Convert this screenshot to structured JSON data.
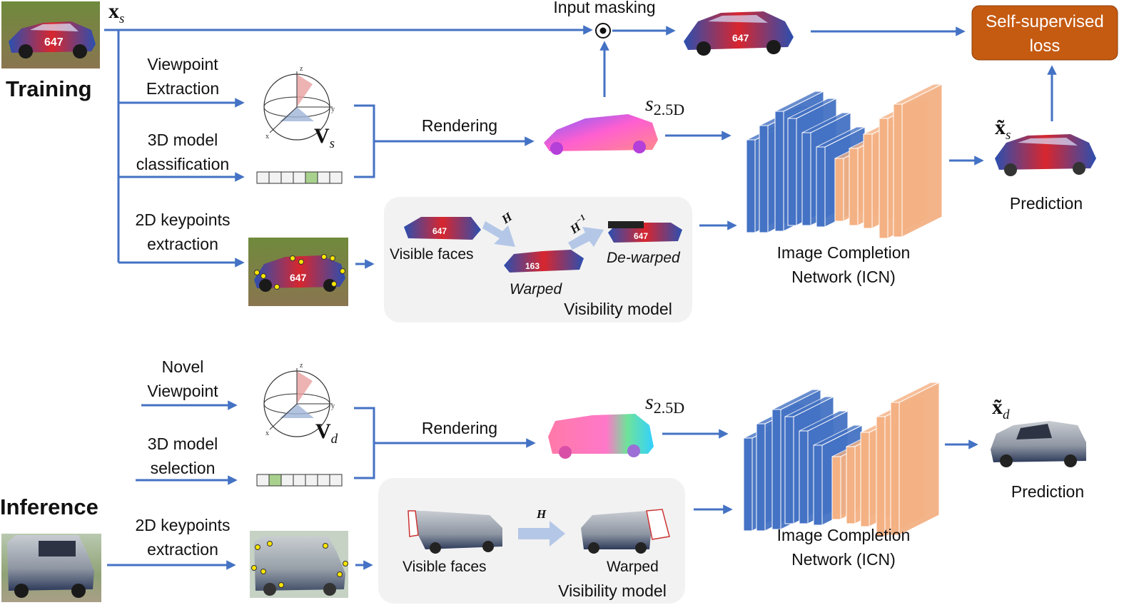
{
  "colors": {
    "arrow": "#4472c4",
    "loss_box": "#c55a11",
    "icn_blue": "#4472c4",
    "icn_orange": "#f4b183",
    "vis_panel": "#f2f2f2"
  },
  "training": {
    "section_label": "Training",
    "input_symbol_bold": "x",
    "input_symbol_sub": "s",
    "input_masking_label": "Input masking",
    "viewpoint_label_1": "Viewpoint",
    "viewpoint_label_2": "Extraction",
    "model_label_1": "3D model",
    "model_label_2": "classification",
    "keypoints_label_1": "2D keypoints",
    "keypoints_label_2": "extraction",
    "viewpoint_symbol_bold": "V",
    "viewpoint_symbol_sub": "s",
    "rendering_label": "Rendering",
    "s25d_main": "s",
    "s25d_sub": "2.5D",
    "visible_faces_label": "Visible faces",
    "warped_label": "Warped",
    "dewarped_label": "De-warped",
    "h_label": "H",
    "hinv_label": "H",
    "hinv_sup": "−1",
    "visibility_model_label": "Visibility model",
    "icn_label_1": "Image Completion",
    "icn_label_2": "Network (ICN)",
    "loss_label_1": "Self-supervised",
    "loss_label_2": "loss",
    "pred_symbol_bold": "x̃",
    "pred_symbol_sub": "s",
    "prediction_label": "Prediction",
    "classification_onehot_index": 4
  },
  "inference": {
    "section_label": "Inference",
    "viewpoint_label_1": "Novel",
    "viewpoint_label_2": "Viewpoint",
    "model_label_1": "3D model",
    "model_label_2": "selection",
    "keypoints_label_1": "2D keypoints",
    "keypoints_label_2": "extraction",
    "viewpoint_symbol_bold": "V",
    "viewpoint_symbol_sub": "d",
    "rendering_label": "Rendering",
    "s25d_main": "s",
    "s25d_sub": "2.5D",
    "visible_faces_label": "Visible faces",
    "warped_label": "Warped",
    "h_label": "H",
    "visibility_model_label": "Visibility model",
    "icn_label_1": "Image Completion",
    "icn_label_2": "Network (ICN)",
    "pred_symbol_bold": "x̃",
    "pred_symbol_sub": "d",
    "prediction_label": "Prediction",
    "selection_onehot_index": 1
  },
  "icons": {
    "rally_car": "rally-car-photo",
    "van": "van-photo",
    "sphere": "viewpoint-sphere-icon",
    "onehot": "one-hot-vector-icon",
    "mask_op": "elementwise-product-icon"
  }
}
